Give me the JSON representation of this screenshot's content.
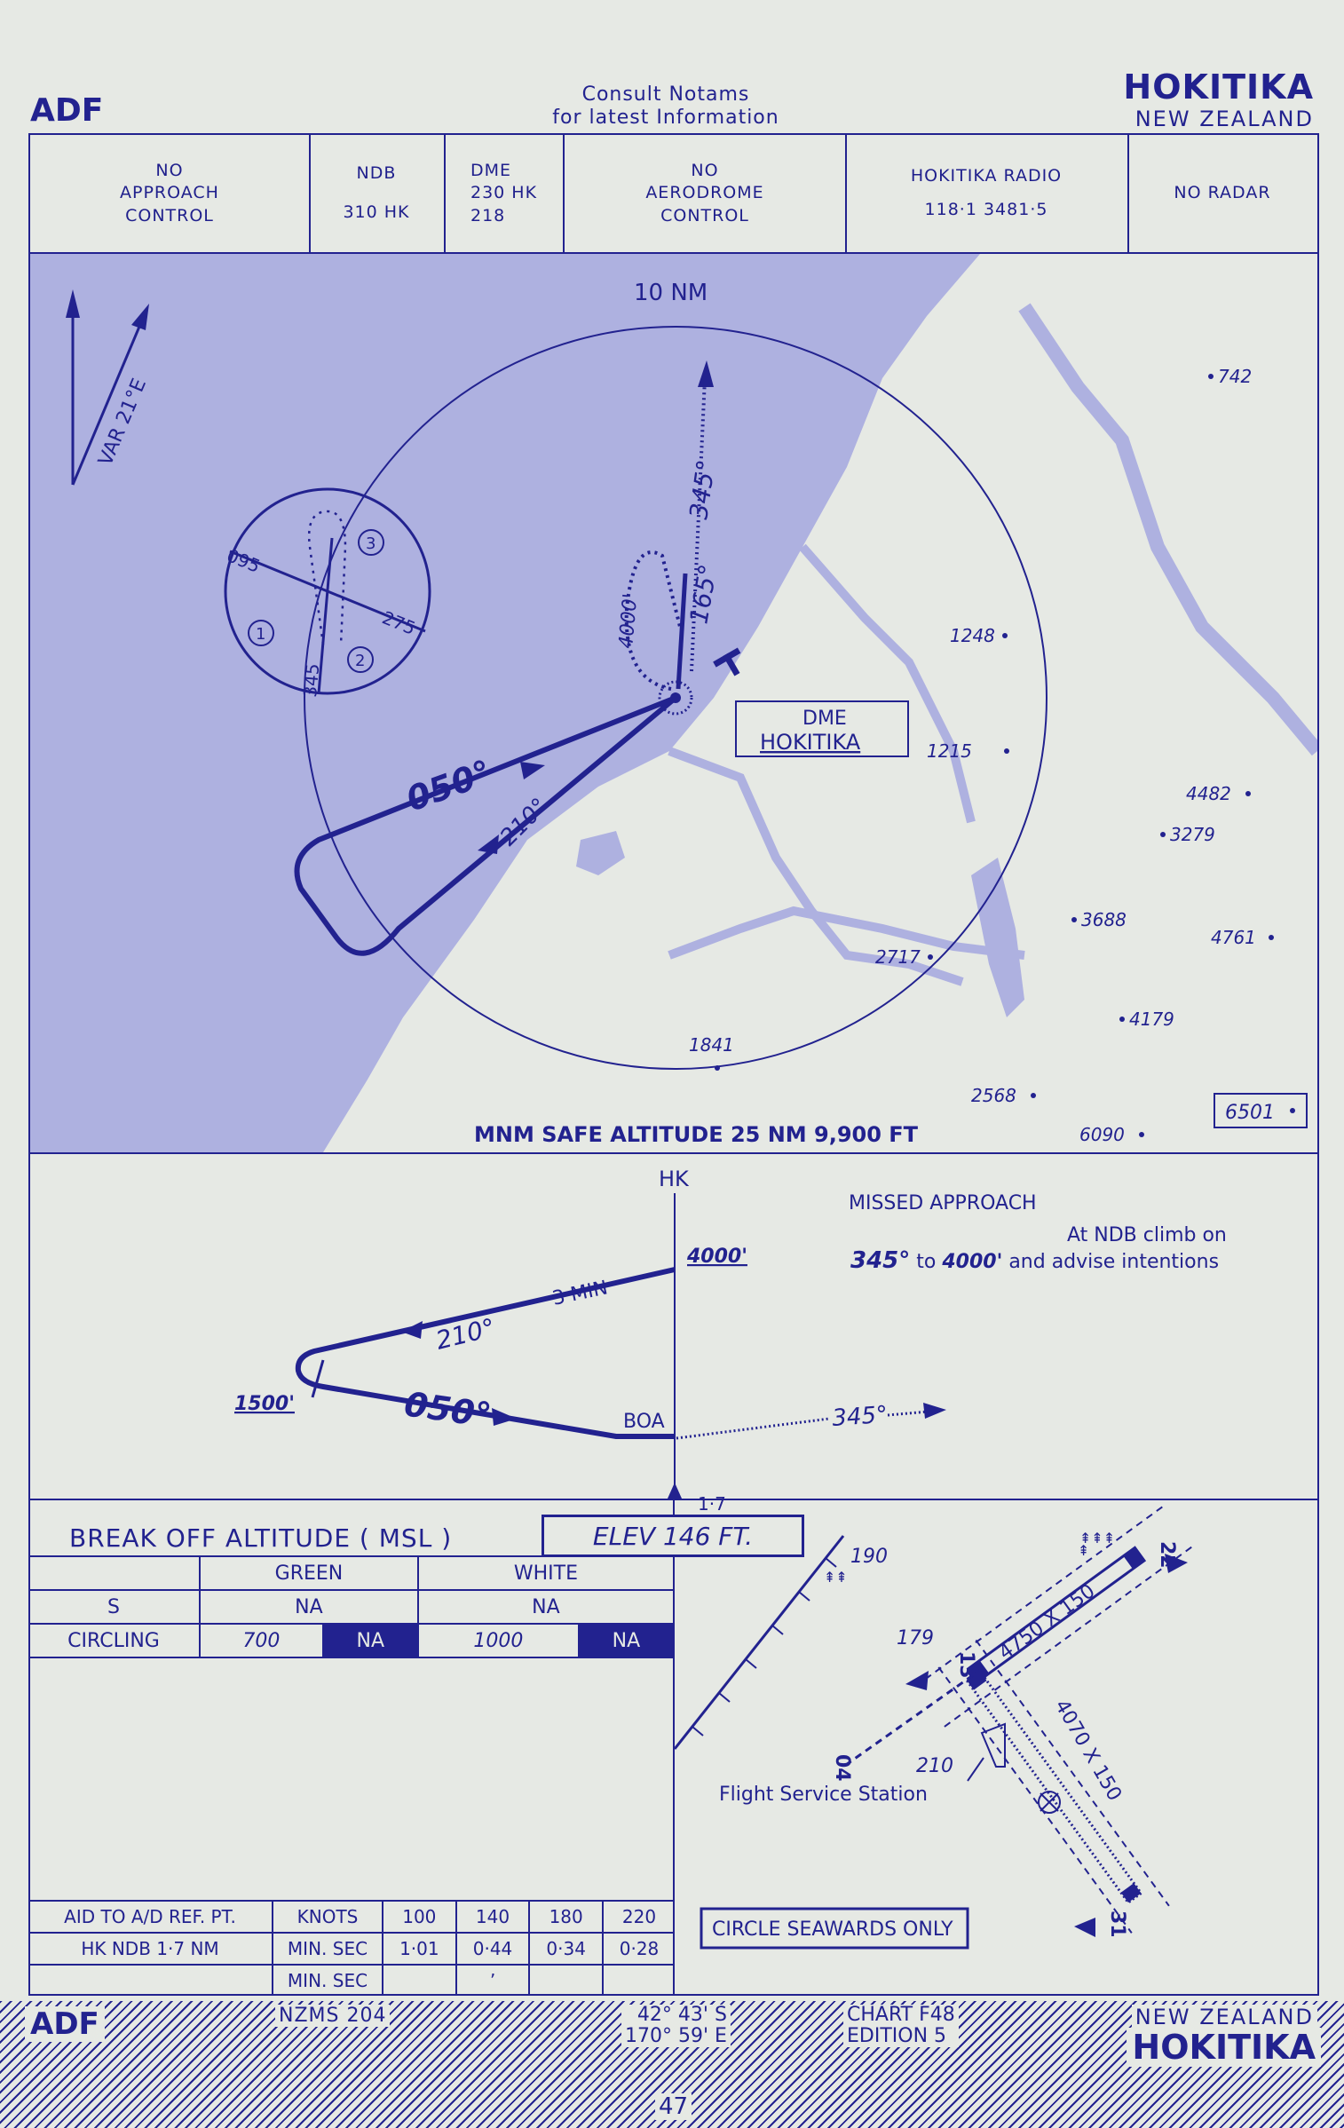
{
  "header": {
    "procedure": "ADF",
    "notice_line1": "Consult  Notams",
    "notice_line2": "for  latest  Information",
    "airport": "HOKITIKA",
    "country": "NEW ZEALAND"
  },
  "info_boxes": [
    {
      "line1": "NO",
      "line2": "APPROACH",
      "line3": "CONTROL"
    },
    {
      "line1": "NDB",
      "line2": "",
      "line3": "310   HK"
    },
    {
      "line1": "DME",
      "line2": "230   HK",
      "line3": "218"
    },
    {
      "line1": "NO",
      "line2": "AERODROME",
      "line3": "CONTROL"
    },
    {
      "line1": "HOKITIKA RADIO",
      "line2": "",
      "line3": "118·1        3481·5"
    },
    {
      "line1": "NO RADAR",
      "line2": "",
      "line3": ""
    }
  ],
  "plan_view": {
    "var": "VAR  21°E",
    "range_ring": "10 NM",
    "dme_label": "DME",
    "dme_name": "HOKITIKA",
    "inbound_track": "050°",
    "outbound_track": "210°",
    "missed_track": "345°",
    "hold_inbound": "165°",
    "hold_altitude": "4000'",
    "sector_095": "095",
    "sector_275": "275",
    "sector_345": "345",
    "sector_1": "1",
    "sector_2": "2",
    "sector_3": "3",
    "msa": "MNM SAFE ALTITUDE 25 NM 9,900 FT",
    "max_elevation": "6501",
    "spot_heights": [
      "742",
      "1248",
      "1215",
      "4482",
      "3279",
      "3688",
      "4761",
      "2717",
      "4179",
      "1841",
      "2568",
      "6090"
    ]
  },
  "profile": {
    "station": "HK",
    "time": "3  MIN",
    "outbound": "210°",
    "inbound": "050°",
    "alt_top": "4000'",
    "alt_bottom": "1500'",
    "boa": "BOA",
    "missed_track": "345°",
    "distance": "1·7",
    "missed_title": "MISSED  APPROACH",
    "missed_line1": "At NDB  climb on",
    "missed_line2_track": "345°",
    "missed_line2_to": " to ",
    "missed_line2_alt": "4000'",
    "missed_line2_rest": " and advise intentions"
  },
  "minima": {
    "title": "BREAK  OFF  ALTITUDE  ( MSL )",
    "elev": "ELEV     146  FT.",
    "green": "GREEN",
    "white": "WHITE",
    "rows": [
      {
        "label": "S",
        "green": "NA",
        "white": "NA"
      },
      {
        "label": "CIRCLING",
        "green_alt": "700",
        "green_vis": "NA",
        "white_alt": "1000",
        "white_vis": "NA"
      }
    ]
  },
  "timing": {
    "header": [
      "AID TO A/D REF. PT.",
      "KNOTS",
      "100",
      "140",
      "180",
      "220"
    ],
    "row1": [
      "HK   NDB   1·7 NM",
      "MIN. SEC",
      "1·01",
      "0·44",
      "0·34",
      "0·28"
    ],
    "row2": [
      "",
      "MIN. SEC",
      "",
      "’",
      "",
      ""
    ]
  },
  "aerodrome": {
    "elev_190": "190",
    "elev_179": "179",
    "elev_210": "210",
    "runway_main": "4750 X 150",
    "runway_cross": "4070 X 150",
    "rwy_13": "13",
    "rwy_31": "31",
    "rwy_04": "04",
    "rwy_22": "22",
    "fss": "Flight Service Station",
    "circle": "CIRCLE   SEAWARDS   ONLY"
  },
  "footer": {
    "procedure": "ADF",
    "map_ref": "NZMS  204",
    "lat": "42° 43' S",
    "lon": "170° 59' E",
    "chart": "CHART  F48",
    "edition": "EDITION  5",
    "country": "NEW  ZEALAND",
    "airport": "HOKITIKA",
    "page": "47"
  },
  "colors": {
    "ink": "#22228f",
    "sea": "#aeb1e0",
    "paper": "#e6e9e4"
  }
}
